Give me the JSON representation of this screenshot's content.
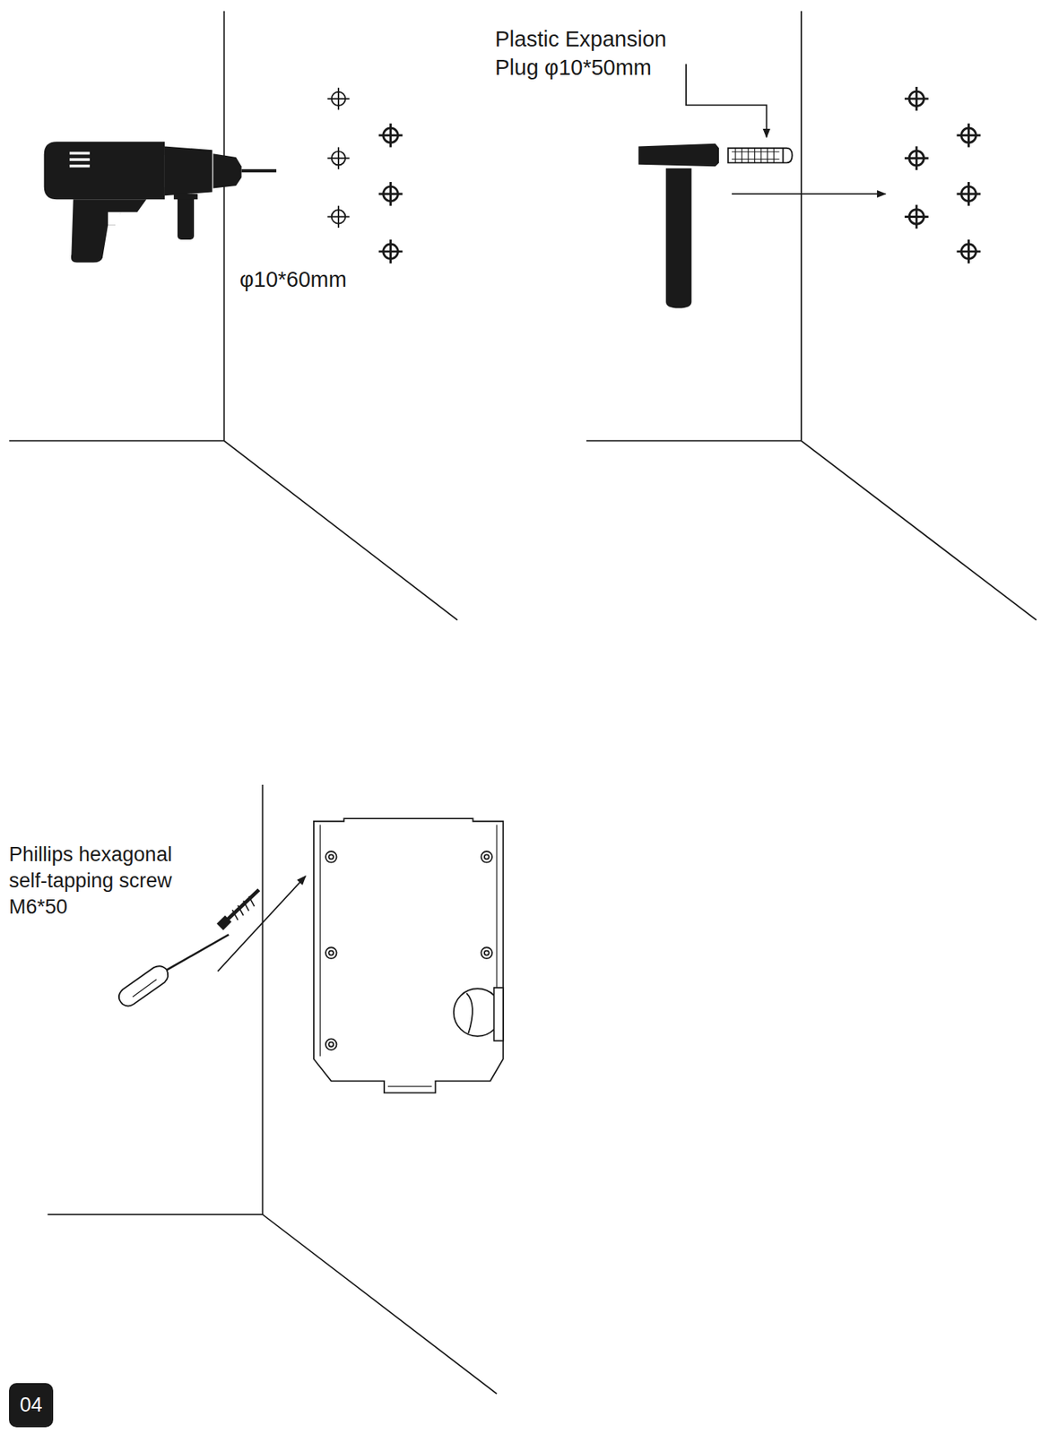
{
  "diagram": {
    "nodes": [
      {
        "text": [
          "04"
        ]
      }
    ],
    "labels": [
      "φ10*60mm",
      "Plastic Expansion Plug φ10*50mm",
      "Phillips hexagonal self-tapping screw M6*50"
    ]
  }
}
